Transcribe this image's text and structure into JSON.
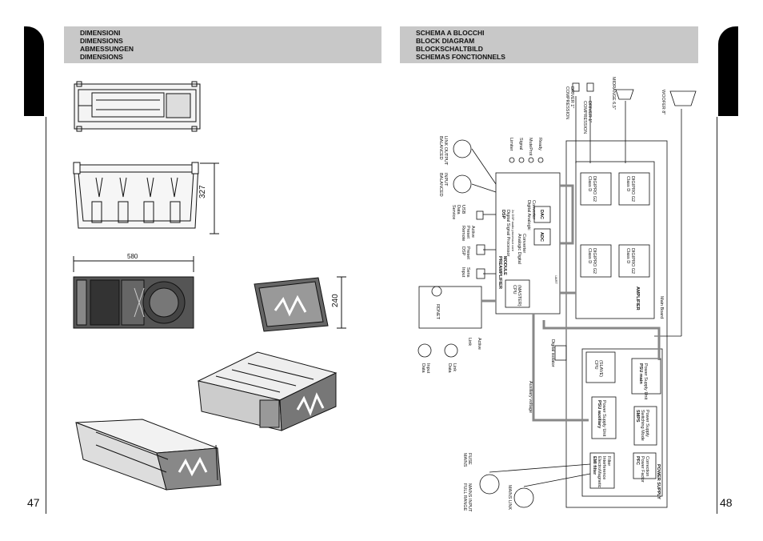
{
  "left_page": {
    "header_lines": [
      "DIMENSIONI",
      "DIMENSIONS",
      "ABMESSUNGEN",
      "DIMENSIONS"
    ],
    "page_number": "47",
    "dimensions": {
      "height": "327",
      "width": "580",
      "depth": "240"
    }
  },
  "right_page": {
    "header_lines": [
      "SCHEMA  A BLOCCHI",
      "BLOCK DIAGRAM",
      "BLOCKSCHALTBILD",
      "SCHEMAS FONCTIONNELS"
    ],
    "page_number": "48",
    "diagram": {
      "outputs": {
        "compression_driver_a": [
          "COMPRESSION",
          "DRIVER 1\""
        ],
        "compression_driver_b": [
          "COMPRESSION",
          "DRIVER 1\""
        ],
        "midrange": "MIDRANGE 6,5\"",
        "woofer": "WOOFER 8\""
      },
      "inputs": {
        "balanced_link_output": [
          "BALANCED",
          "LINK OUTPUT"
        ],
        "balanced_input": [
          "BALANCED",
          "INPUT"
        ],
        "service_data_usb": [
          "Service",
          "Data",
          "USB"
        ],
        "remote_preset_active": [
          "Remote",
          "Preset",
          "Active"
        ],
        "dsp_preset": [
          "DSP",
          "Preset"
        ],
        "input_sens": [
          "Input",
          "Sens"
        ]
      },
      "leds": [
        "Limiter",
        "Signal",
        "MuteProt",
        "Ready"
      ],
      "dsp_block": {
        "title": "DSP",
        "line1": "Digital Signal Processor",
        "line2": "2x DSP audio processor core",
        "dac": "DAC",
        "adc": "ADC",
        "dac_label": [
          "Digital Analogic",
          "Converter"
        ],
        "adc_label": [
          "Analogic Digital",
          "Converter"
        ]
      },
      "preamp_label": [
        "PREAMPLIFIER",
        "MODULE"
      ],
      "cpu_master": [
        "CPU",
        "(MASTER)"
      ],
      "rdnet": "RDNET",
      "rdnet_ports": [
        "Data",
        "Input"
      ],
      "rdnet_link": [
        "Data",
        "Link"
      ],
      "link_active": [
        "Link",
        "Active"
      ],
      "amplifier": {
        "label": "AMPLIFIER",
        "channels": [
          [
            "Class D",
            "DIGIPRO G2"
          ],
          [
            "Class D",
            "DIGIPRO G2"
          ],
          [
            "Class D",
            "DIGIPRO G2"
          ],
          [
            "Class D",
            "DIGIPRO G2"
          ]
        ]
      },
      "main_board": "Main Board",
      "uart": "UART",
      "digital_isolator": "Digital isolator",
      "auxiliary_voltage": "Auxiliary voltage",
      "power": {
        "label": "POWER SUPPLY",
        "cpu_slave": [
          "CPU",
          "(SLAVE)"
        ],
        "psu_main": [
          "PSU main",
          "Power Supply Unit"
        ],
        "psu_aux": [
          "PSU auxiliary",
          "Power Supply Unit"
        ],
        "smps": [
          "SMPS",
          "Switching Mode",
          "Power Supply"
        ],
        "emi": [
          "EMI filter",
          "ElectroMagnetic",
          "Interference",
          "Filter"
        ],
        "pfc": [
          "PFC",
          "Power Factor",
          "Correction"
        ]
      },
      "mains_fuse": [
        "MAINS",
        "FUSE"
      ],
      "full_range_mains_input": [
        "FULL RANGE",
        "MAINS INPUT"
      ],
      "mains_link": "MAINS LINK"
    }
  }
}
